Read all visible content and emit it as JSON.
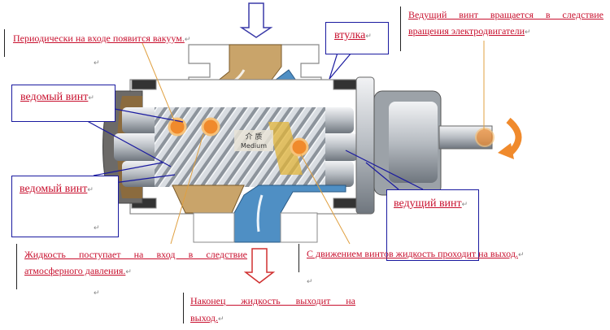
{
  "labels": {
    "vacuum": "Периодически на входе появится вакуум.",
    "sleeve": "втулка",
    "drive_rotation_line1": "Ведущий винт вращается в следствие",
    "drive_rotation_line2": "вращения электродвигатели",
    "driven_screw_top": "ведомый винт",
    "driven_screw_bottom": "ведомый винт",
    "drive_screw": "ведущий винт",
    "liquid_inlet_line1": "Жидкость поступает на вход в следствие",
    "liquid_inlet_line2": "атмосферного давления.",
    "screw_movement": "С движением винтов жидкость проходит на выход.",
    "outlet_line1": "Наконец жидкость выходит на",
    "outlet_line2": "выход.",
    "medium_cn": "介 质",
    "medium_en": "Medium",
    "return_mark": "↵"
  },
  "colors": {
    "label_text": "#c8102e",
    "callout_border": "#1a1aa0",
    "inlet": "#c9a46a",
    "outlet": "#4f8fc4",
    "highlight": "#f08a2c"
  }
}
